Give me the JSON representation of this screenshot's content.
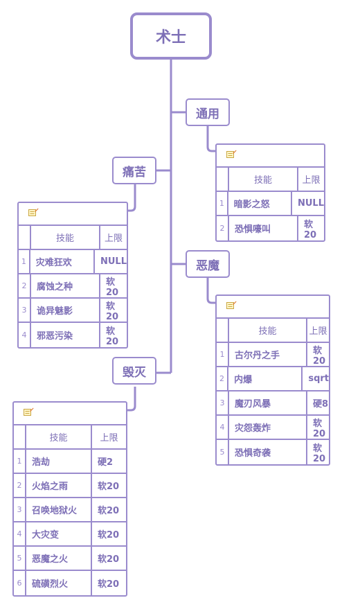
{
  "root": {
    "label": "术士"
  },
  "branches": [
    {
      "label": "通用",
      "header": {
        "skill": "技能",
        "limit": "上限"
      },
      "rows": [
        {
          "idx": "1",
          "skill": "暗影之怒",
          "limit": "NULL"
        },
        {
          "idx": "2",
          "skill": "恐惧嚎叫",
          "limit": "软20"
        }
      ]
    },
    {
      "label": "痛苦",
      "header": {
        "skill": "技能",
        "limit": "上限"
      },
      "rows": [
        {
          "idx": "1",
          "skill": "灾难狂欢",
          "limit": "NULL"
        },
        {
          "idx": "2",
          "skill": "腐蚀之种",
          "limit": "软20"
        },
        {
          "idx": "3",
          "skill": "诡异魅影",
          "limit": "软20"
        },
        {
          "idx": "4",
          "skill": "邪恶污染",
          "limit": "软20"
        }
      ]
    },
    {
      "label": "恶魔",
      "header": {
        "skill": "技能",
        "limit": "上限"
      },
      "rows": [
        {
          "idx": "1",
          "skill": "古尔丹之手",
          "limit": "软20"
        },
        {
          "idx": "2",
          "skill": "内爆",
          "limit": "sqrt"
        },
        {
          "idx": "3",
          "skill": "魔刃风暴",
          "limit": "硬8"
        },
        {
          "idx": "4",
          "skill": "灾怨轰炸",
          "limit": "软20"
        },
        {
          "idx": "5",
          "skill": "恐惧奇袭",
          "limit": "软20"
        }
      ]
    },
    {
      "label": "毁灭",
      "header": {
        "skill": "技能",
        "limit": "上限"
      },
      "rows": [
        {
          "idx": "1",
          "skill": "浩劫",
          "limit": "硬2"
        },
        {
          "idx": "2",
          "skill": "火焰之雨",
          "limit": "软20"
        },
        {
          "idx": "3",
          "skill": "召唤地狱火",
          "limit": "软20"
        },
        {
          "idx": "4",
          "skill": "大灾变",
          "limit": "软20"
        },
        {
          "idx": "5",
          "skill": "恶魔之火",
          "limit": "软20"
        },
        {
          "idx": "6",
          "skill": "硫磺烈火",
          "limit": "软20"
        }
      ]
    }
  ],
  "colors": {
    "line": "#9a8bcd",
    "text": "#7d6fb6"
  },
  "icons": {
    "table": "note-icon"
  }
}
